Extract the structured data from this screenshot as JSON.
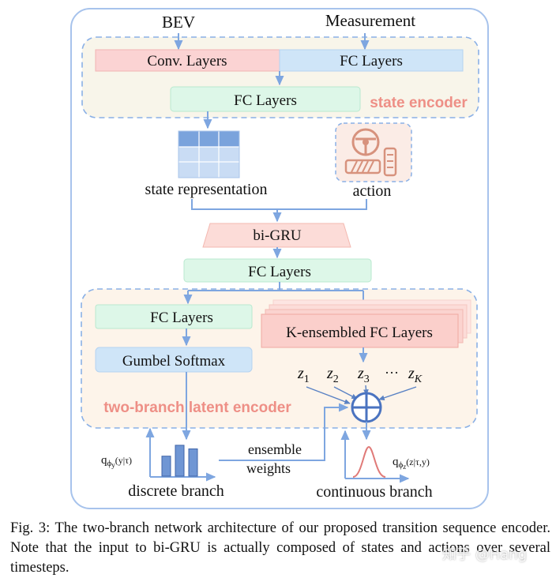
{
  "inputs": {
    "bev": "BEV",
    "measurement": "Measurement"
  },
  "state_encoder": {
    "conv_layers": "Conv.  Layers",
    "fc_layers_right": "FC Layers",
    "fc_layers_merge": "FC Layers",
    "label": "state encoder"
  },
  "state_representation": "state representation",
  "action": "action",
  "bigru": "bi-GRU",
  "fc_layers_after_gru": "FC Layers",
  "latent_encoder": {
    "fc_layers": "FC Layers",
    "gumbel_softmax": "Gumbel Softmax",
    "k_ensembled": "K-ensembled FC Layers",
    "label": "two-branch latent encoder",
    "z_labels": [
      "z",
      "z",
      "z",
      "z"
    ],
    "z_subscripts": [
      "1",
      "2",
      "3",
      "K"
    ],
    "ellipsis": "···"
  },
  "discrete": {
    "q_label": "q",
    "q_sub": "ϕ",
    "q_sub2": "y",
    "q_args": "(y|τ)",
    "branch": "discrete branch",
    "bar_heights": [
      0.55,
      0.85,
      0.75
    ]
  },
  "ensemble_weights": [
    "ensemble",
    "weights"
  ],
  "continuous": {
    "q_label": "q",
    "q_sub": "ϕ",
    "q_sub2": "z",
    "q_args": "(z|τ,y)",
    "branch": "continuous branch"
  },
  "caption": {
    "fig": "Fig. 3:",
    "text": " The two-branch network architecture of our proposed transition sequence encoder. Note that the input to bi-GRU is actually composed of states and actions over several timesteps."
  },
  "watermark": "知乎 @Hang",
  "colors": {
    "arrow": "#7ea6e0",
    "frame": "#a7c3ec",
    "encoder_bg": "#f8f5ea",
    "conv_fill": "#fbd3d3",
    "fc_blue_fill": "#cfe5f8",
    "fc_green_fill": "#ddf7e8",
    "label_salmon": "#ee8f86"
  }
}
